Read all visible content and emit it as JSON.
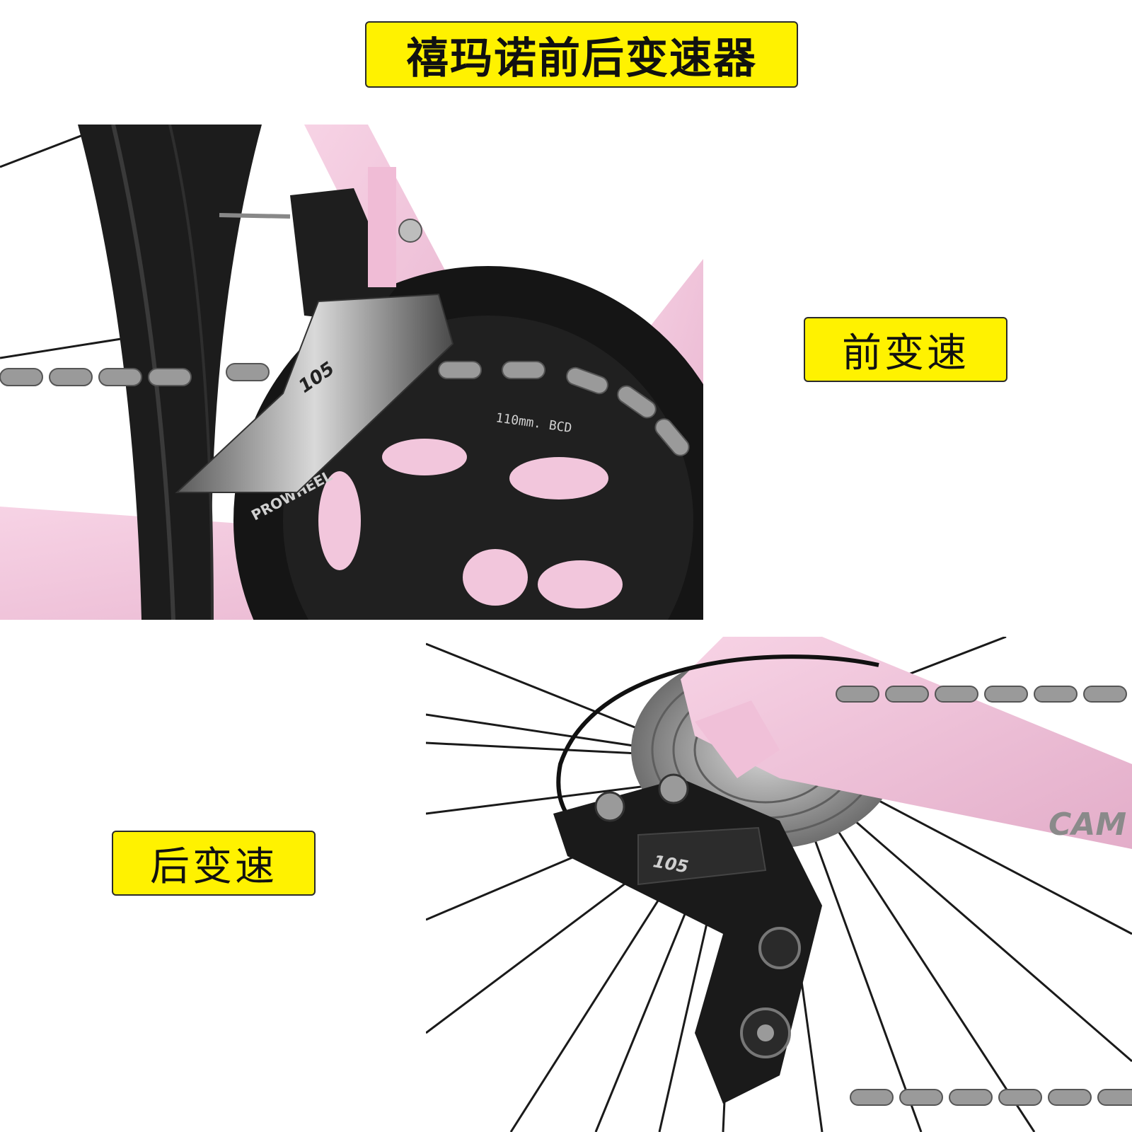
{
  "title": "禧玛诺前后变速器",
  "labels": {
    "front": "前变速",
    "rear": "后变速"
  },
  "photos": {
    "front": {
      "description_icon": "front-derailleur-photo",
      "chainring_brand": "PROWHEEL",
      "chainring_spec": "110mm. BCD",
      "derailleur_model": "105"
    },
    "rear": {
      "description_icon": "rear-derailleur-photo",
      "derailleur_model": "105",
      "frame_text": "CAM"
    }
  },
  "colors": {
    "label_bg": "#fff200",
    "frame_pink": "#f2c6dc",
    "component_black": "#1a1a1a",
    "chain_silver": "#8c8c8c"
  }
}
